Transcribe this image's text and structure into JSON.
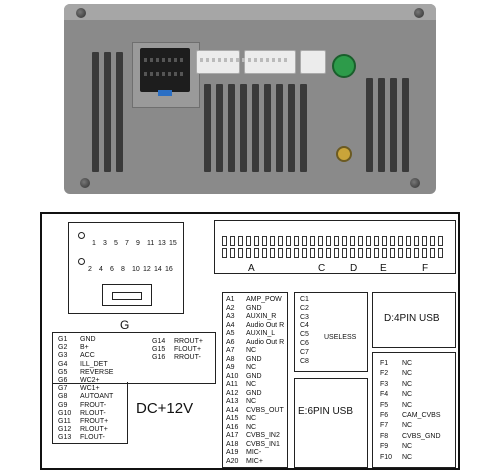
{
  "connector_g": {
    "label": "G",
    "top_pins": [
      "1",
      "3",
      "5",
      "7",
      "9",
      "11",
      "13",
      "15"
    ],
    "bottom_pins": [
      "2",
      "4",
      "6",
      "8",
      "10",
      "12",
      "14",
      "16"
    ],
    "pins_left": [
      {
        "pin": "G1",
        "signal": "GND"
      },
      {
        "pin": "G2",
        "signal": "B+"
      },
      {
        "pin": "G3",
        "signal": "ACC"
      },
      {
        "pin": "G4",
        "signal": "ILL_DET"
      },
      {
        "pin": "G5",
        "signal": "REVERSE"
      },
      {
        "pin": "G6",
        "signal": "WC2+"
      },
      {
        "pin": "G7",
        "signal": "WC1+"
      },
      {
        "pin": "G8",
        "signal": "AUTOANT"
      },
      {
        "pin": "G9",
        "signal": "FROUT-"
      },
      {
        "pin": "G10",
        "signal": "RLOUT-"
      },
      {
        "pin": "G11",
        "signal": "FROUT+"
      },
      {
        "pin": "G12",
        "signal": "RLOUT+"
      },
      {
        "pin": "G13",
        "signal": "FLOUT-"
      }
    ],
    "pins_right": [
      {
        "pin": "G14",
        "signal": "RROUT+"
      },
      {
        "pin": "G15",
        "signal": "FLOUT+"
      },
      {
        "pin": "G16",
        "signal": "RROUT-"
      }
    ],
    "power_label": "DC+12V"
  },
  "connector_labels": [
    "A",
    "C",
    "D",
    "E",
    "F"
  ],
  "connector_a": [
    {
      "pin": "A1",
      "signal": "AMP_POW"
    },
    {
      "pin": "A2",
      "signal": "GND"
    },
    {
      "pin": "A3",
      "signal": "AUXIN_R"
    },
    {
      "pin": "A4",
      "signal": "Audio Out R"
    },
    {
      "pin": "A5",
      "signal": "AUXIN_L"
    },
    {
      "pin": "A6",
      "signal": "Audio Out R"
    },
    {
      "pin": "A7",
      "signal": "NC"
    },
    {
      "pin": "A8",
      "signal": "GND"
    },
    {
      "pin": "A9",
      "signal": "NC"
    },
    {
      "pin": "A10",
      "signal": "GND"
    },
    {
      "pin": "A11",
      "signal": "NC"
    },
    {
      "pin": "A12",
      "signal": "GND"
    },
    {
      "pin": "A13",
      "signal": "NC"
    },
    {
      "pin": "A14",
      "signal": "CVBS_OUT"
    },
    {
      "pin": "A15",
      "signal": "NC"
    },
    {
      "pin": "A16",
      "signal": "NC"
    },
    {
      "pin": "A17",
      "signal": "CVBS_IN2"
    },
    {
      "pin": "A18",
      "signal": "CVBS_IN1"
    },
    {
      "pin": "A19",
      "signal": "MIC-"
    },
    {
      "pin": "A20",
      "signal": "MIC+"
    }
  ],
  "connector_c": {
    "pins": [
      "C1",
      "C2",
      "C3",
      "C4",
      "C5",
      "C6",
      "C7",
      "C8"
    ],
    "note": "USELESS"
  },
  "usb_d": "D:4PIN USB",
  "usb_e": "E:6PIN USB",
  "connector_f": [
    {
      "pin": "F1",
      "signal": "NC"
    },
    {
      "pin": "F2",
      "signal": "NC"
    },
    {
      "pin": "F3",
      "signal": "NC"
    },
    {
      "pin": "F4",
      "signal": "NC"
    },
    {
      "pin": "F5",
      "signal": "NC"
    },
    {
      "pin": "F6",
      "signal": "CAM_CVBS"
    },
    {
      "pin": "F7",
      "signal": "NC"
    },
    {
      "pin": "F8",
      "signal": "CVBS_GND"
    },
    {
      "pin": "F9",
      "signal": "NC"
    },
    {
      "pin": "F10",
      "signal": "NC"
    }
  ]
}
